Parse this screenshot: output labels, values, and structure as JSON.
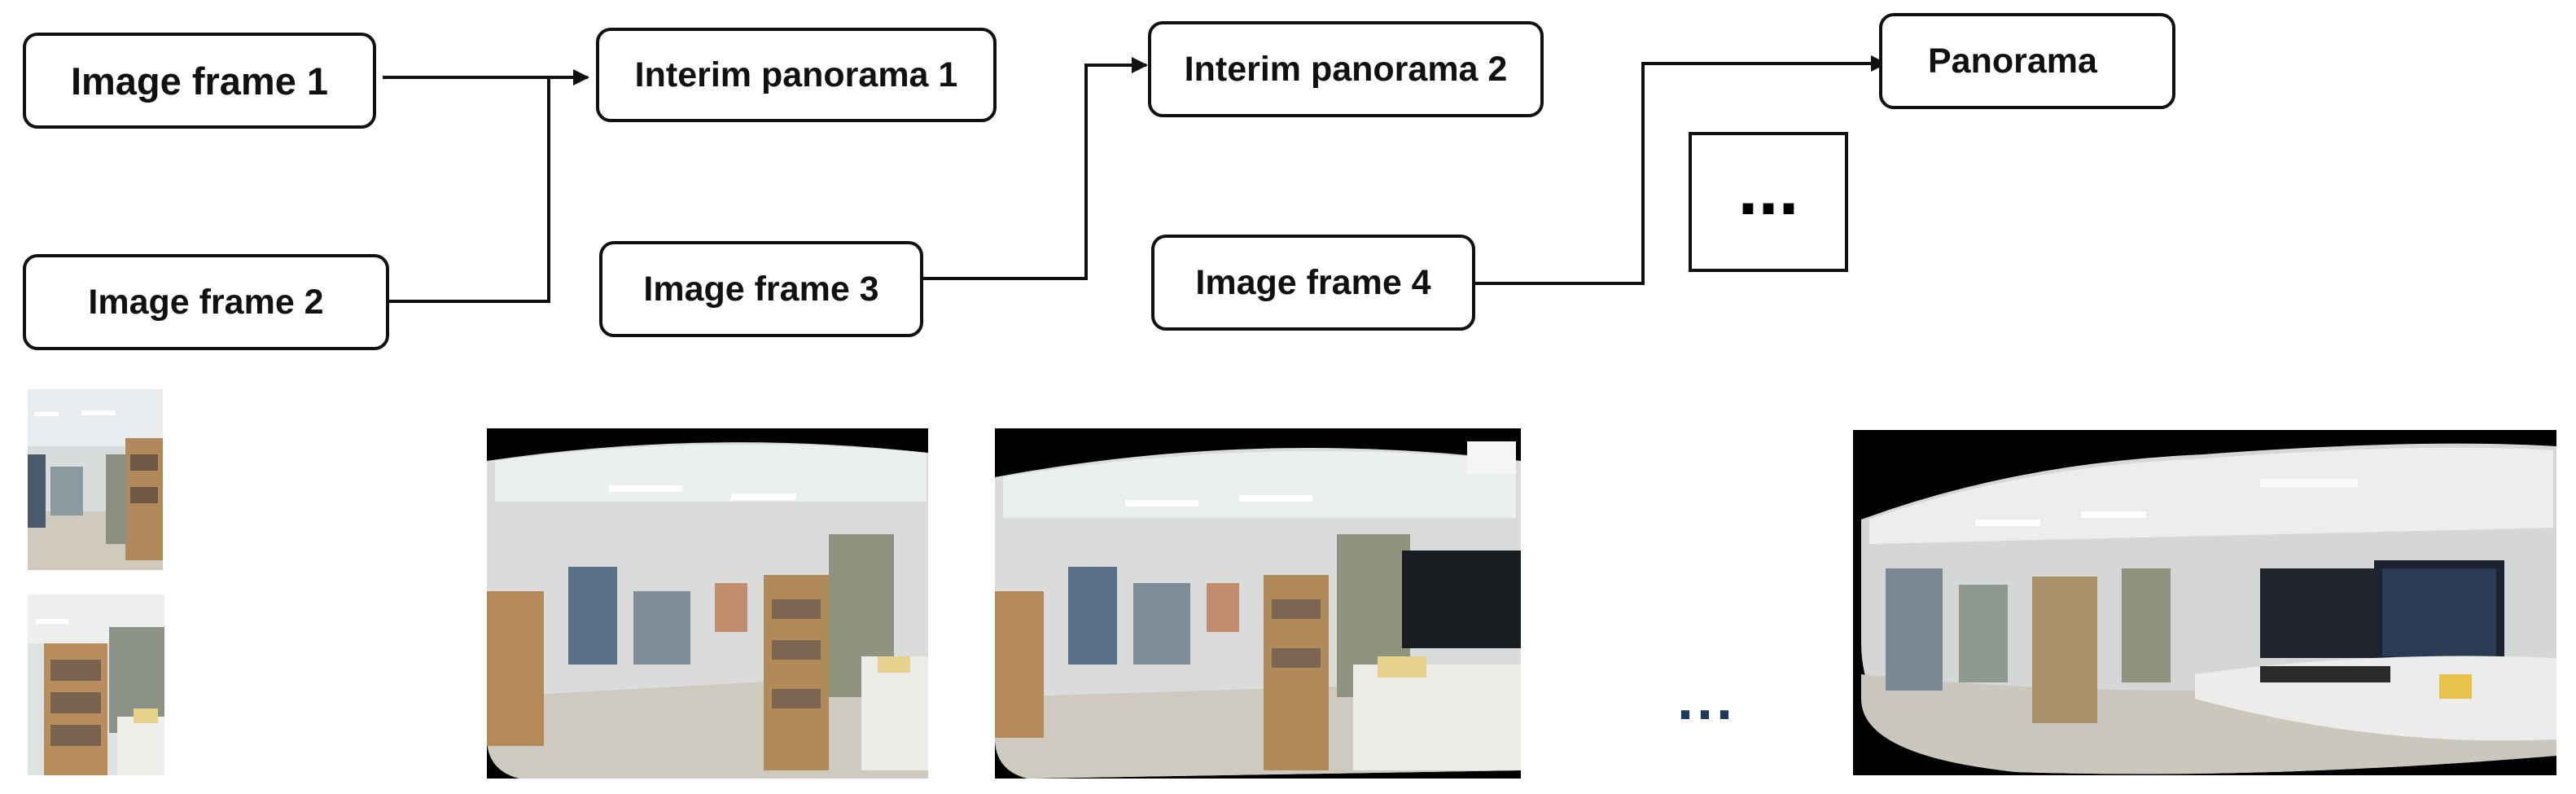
{
  "boxes": {
    "frame1": "Image frame 1",
    "frame2": "Image frame 2",
    "frame3": "Image frame 3",
    "frame4": "Image frame 4",
    "interim1": "Interim panorama 1",
    "interim2": "Interim panorama 2",
    "panorama": "Panorama",
    "ellipsis": "..."
  },
  "bottom_ellipsis": "...",
  "colors": {
    "box_border": "#111111",
    "ellipsis_blue": "#1f3a5f"
  }
}
